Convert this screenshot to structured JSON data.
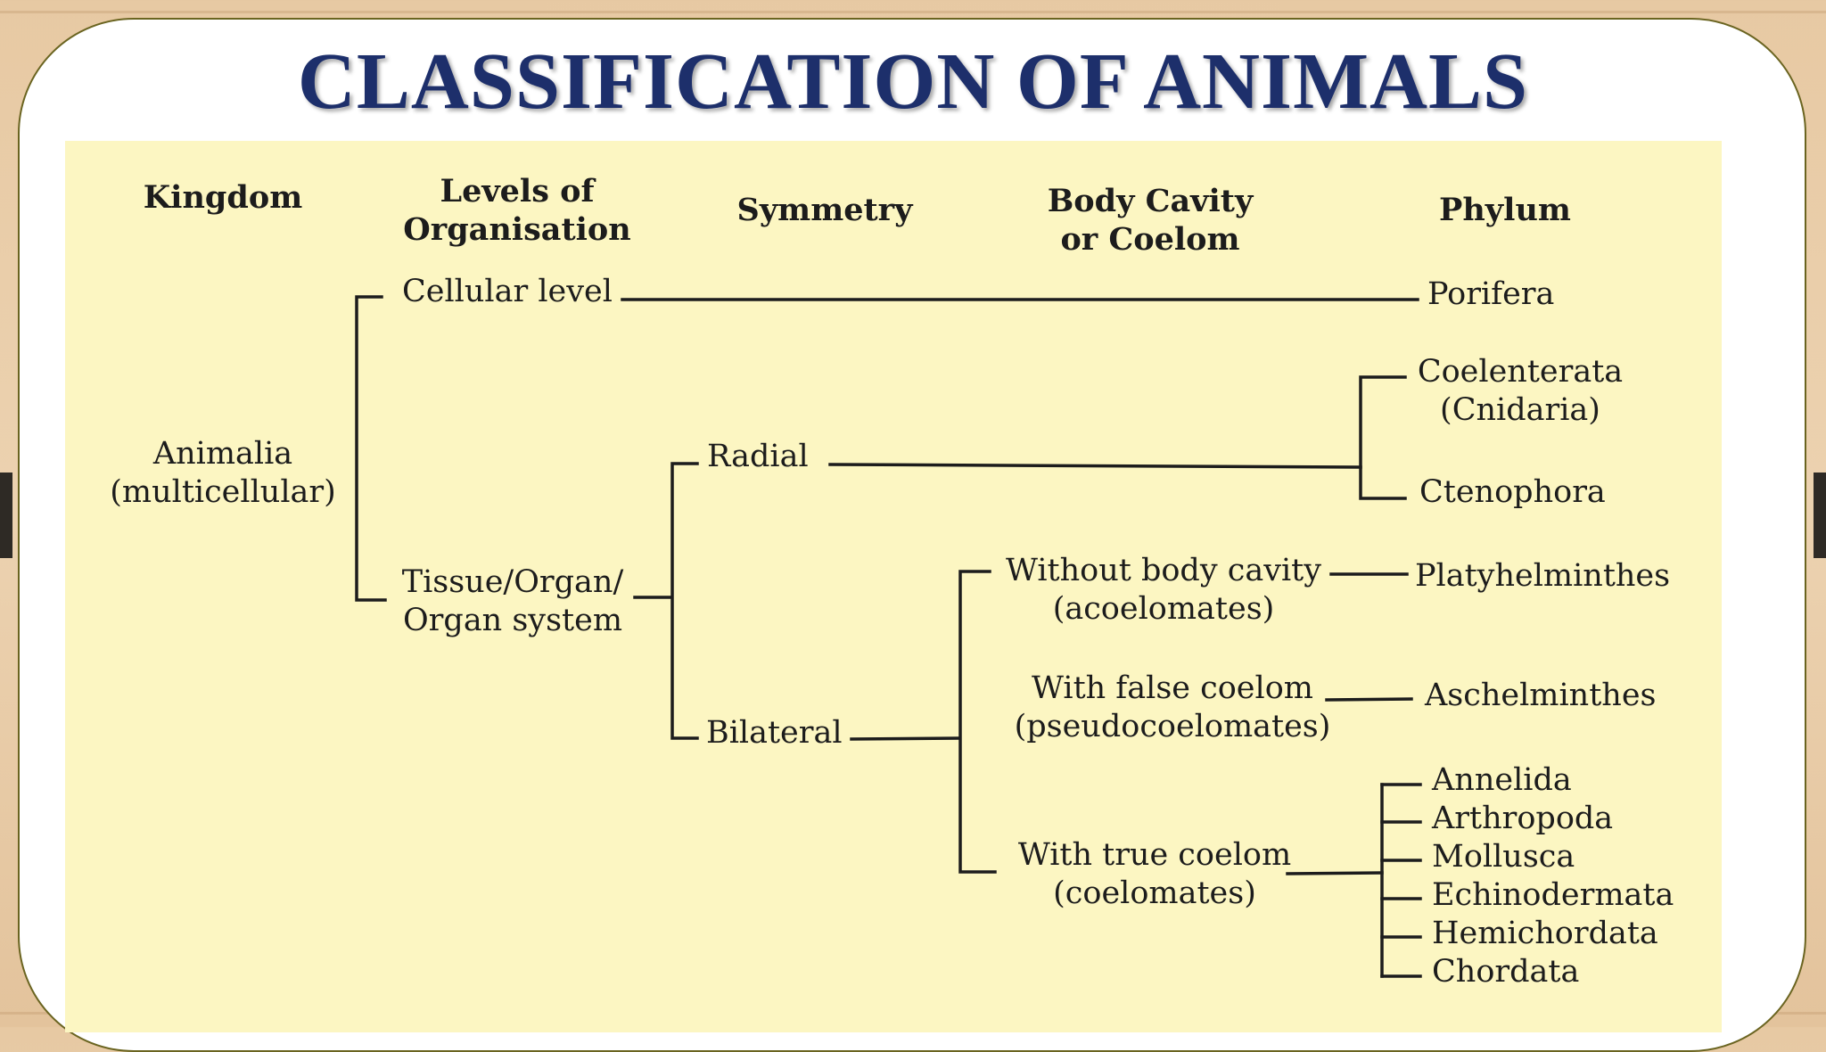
{
  "title": "CLASSIFICATION OF ANIMALS",
  "headers": {
    "kingdom": "Kingdom",
    "levels_1": "Levels of",
    "levels_2": "Organisation",
    "symmetry": "Symmetry",
    "body_1": "Body Cavity",
    "body_2": "or Coelom",
    "phylum": "Phylum"
  },
  "kingdom": {
    "line1": "Animalia",
    "line2": "(multicellular)"
  },
  "levels": {
    "cellular": "Cellular level",
    "tissue_1": "Tissue/Organ/",
    "tissue_2": "Organ system"
  },
  "symmetry": {
    "radial": "Radial",
    "bilateral": "Bilateral"
  },
  "coelom": {
    "none_1": "Without body cavity",
    "none_2": "(acoelomates)",
    "false_1": "With false coelom",
    "false_2": "(pseudocoelomates)",
    "true_1": "With true coelom",
    "true_2": "(coelomates)"
  },
  "phyla": {
    "porifera": "Porifera",
    "coelenterata_1": "Coelenterata",
    "coelenterata_2": "(Cnidaria)",
    "ctenophora": "Ctenophora",
    "platyhelminthes": "Platyhelminthes",
    "aschelminthes": "Aschelminthes",
    "annelida": "Annelida",
    "arthropoda": "Arthropoda",
    "mollusca": "Mollusca",
    "echinodermata": "Echinodermata",
    "hemichordata": "Hemichordata",
    "chordata": "Chordata"
  }
}
